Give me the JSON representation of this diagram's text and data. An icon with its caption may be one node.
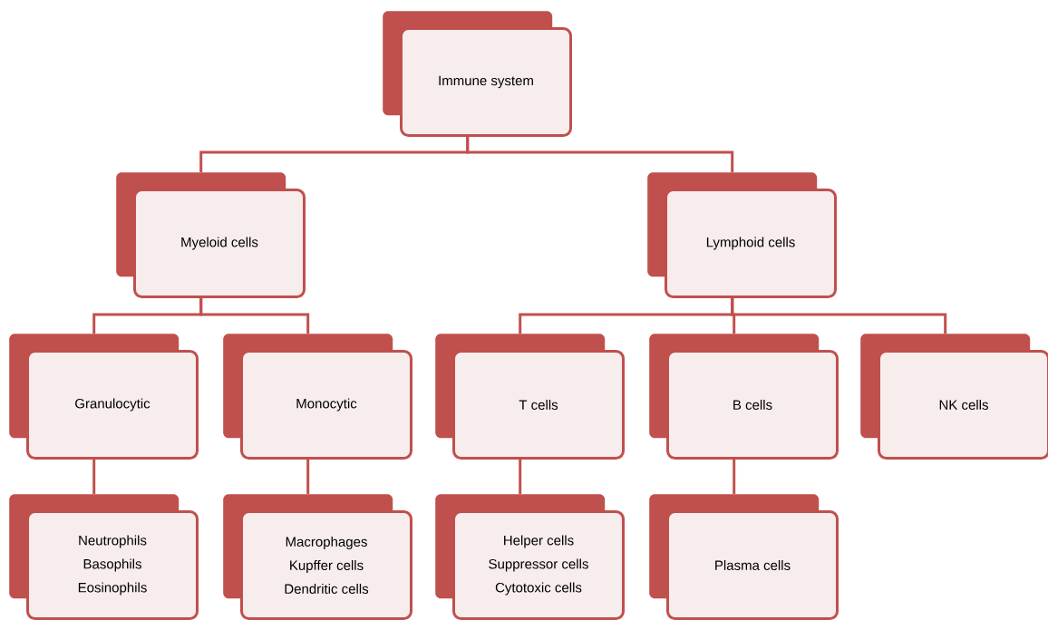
{
  "diagram": {
    "nodes": [
      {
        "text": [
          "Immune system"
        ]
      },
      {
        "text": [
          "Myeloid cells"
        ]
      },
      {
        "text": [
          "Lymphoid cells"
        ]
      },
      {
        "text": [
          "Granulocytic"
        ]
      },
      {
        "text": [
          "Monocytic"
        ]
      },
      {
        "text": [
          "T cells"
        ]
      },
      {
        "text": [
          "B cells"
        ]
      },
      {
        "text": [
          "NK cells"
        ]
      },
      {
        "text": [
          "Neutrophils",
          "Basophils",
          "Eosinophils"
        ]
      },
      {
        "text": [
          "Macrophages",
          "Kupffer cells",
          "Dendritic cells"
        ]
      },
      {
        "text": [
          "Helper cells",
          "Suppressor cells",
          "Cytotoxic cells"
        ]
      },
      {
        "text": [
          "Plasma cells"
        ]
      }
    ],
    "edges": [
      {
        "from": 0,
        "to": 1,
        "arrow": "none"
      },
      {
        "from": 0,
        "to": 2,
        "arrow": "none"
      },
      {
        "from": 1,
        "to": 3,
        "arrow": "none"
      },
      {
        "from": 1,
        "to": 4,
        "arrow": "none"
      },
      {
        "from": 2,
        "to": 5,
        "arrow": "none"
      },
      {
        "from": 2,
        "to": 6,
        "arrow": "none"
      },
      {
        "from": 2,
        "to": 7,
        "arrow": "none"
      },
      {
        "from": 3,
        "to": 8,
        "arrow": "none"
      },
      {
        "from": 4,
        "to": 9,
        "arrow": "none"
      },
      {
        "from": 5,
        "to": 10,
        "arrow": "none"
      },
      {
        "from": 6,
        "to": 11,
        "arrow": "none"
      }
    ]
  }
}
